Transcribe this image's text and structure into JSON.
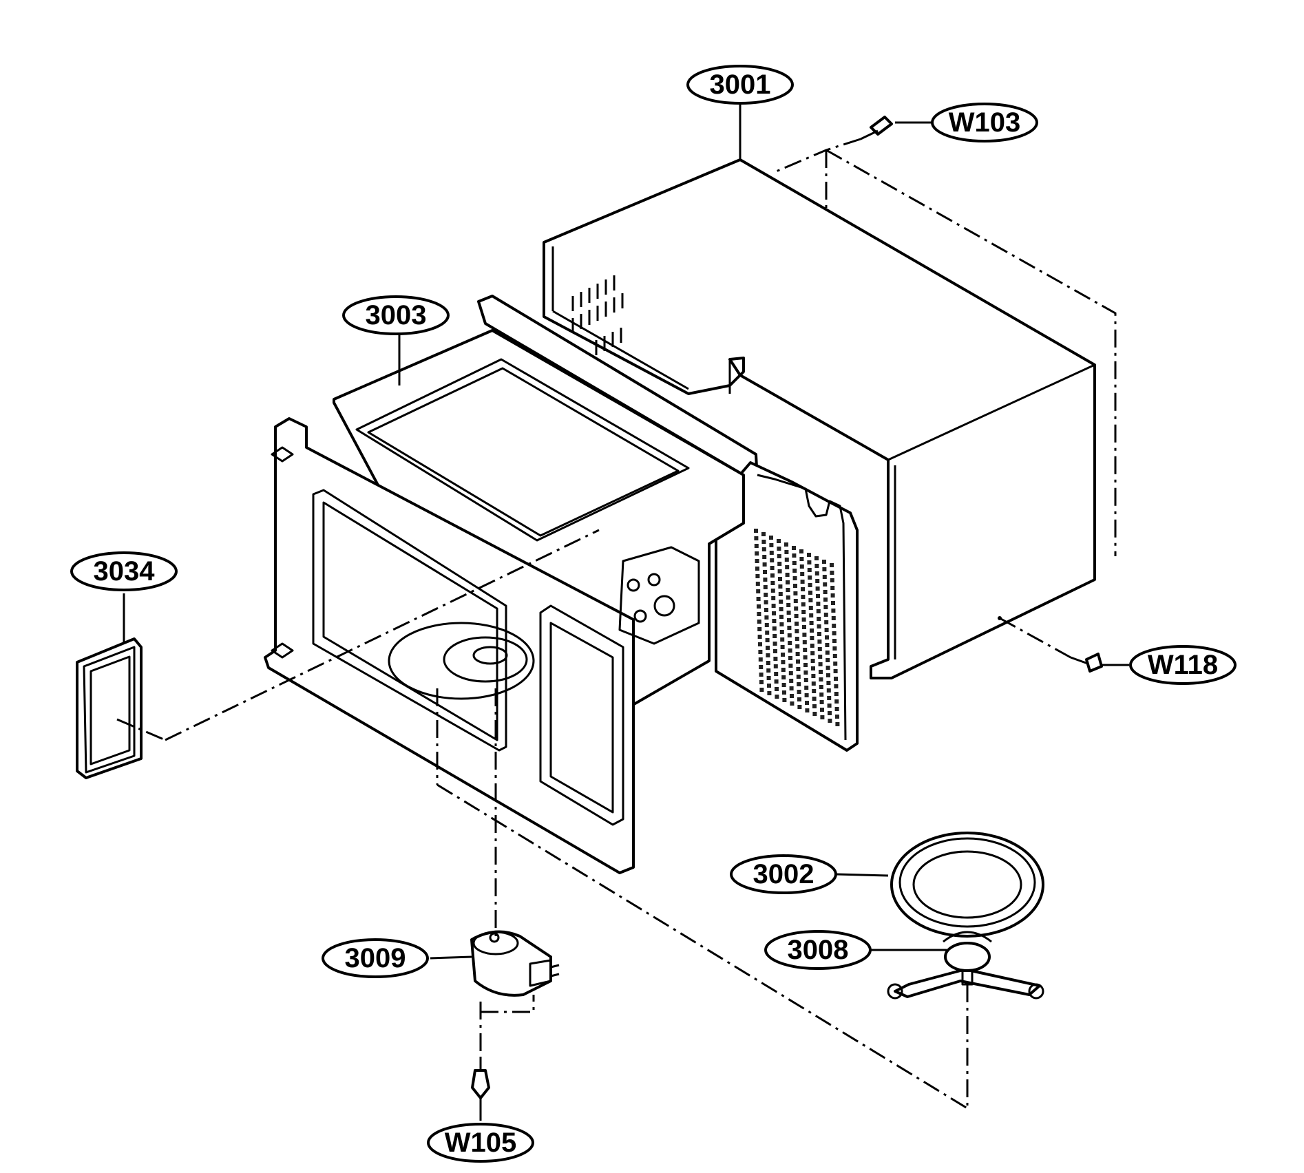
{
  "callouts": [
    {
      "id": "3001",
      "label": "3001"
    },
    {
      "id": "W103",
      "label": "W103"
    },
    {
      "id": "3003",
      "label": "3003"
    },
    {
      "id": "3034",
      "label": "3034"
    },
    {
      "id": "W118",
      "label": "W118"
    },
    {
      "id": "3002",
      "label": "3002"
    },
    {
      "id": "3008",
      "label": "3008"
    },
    {
      "id": "3009",
      "label": "3009"
    },
    {
      "id": "W105",
      "label": "W105"
    }
  ]
}
